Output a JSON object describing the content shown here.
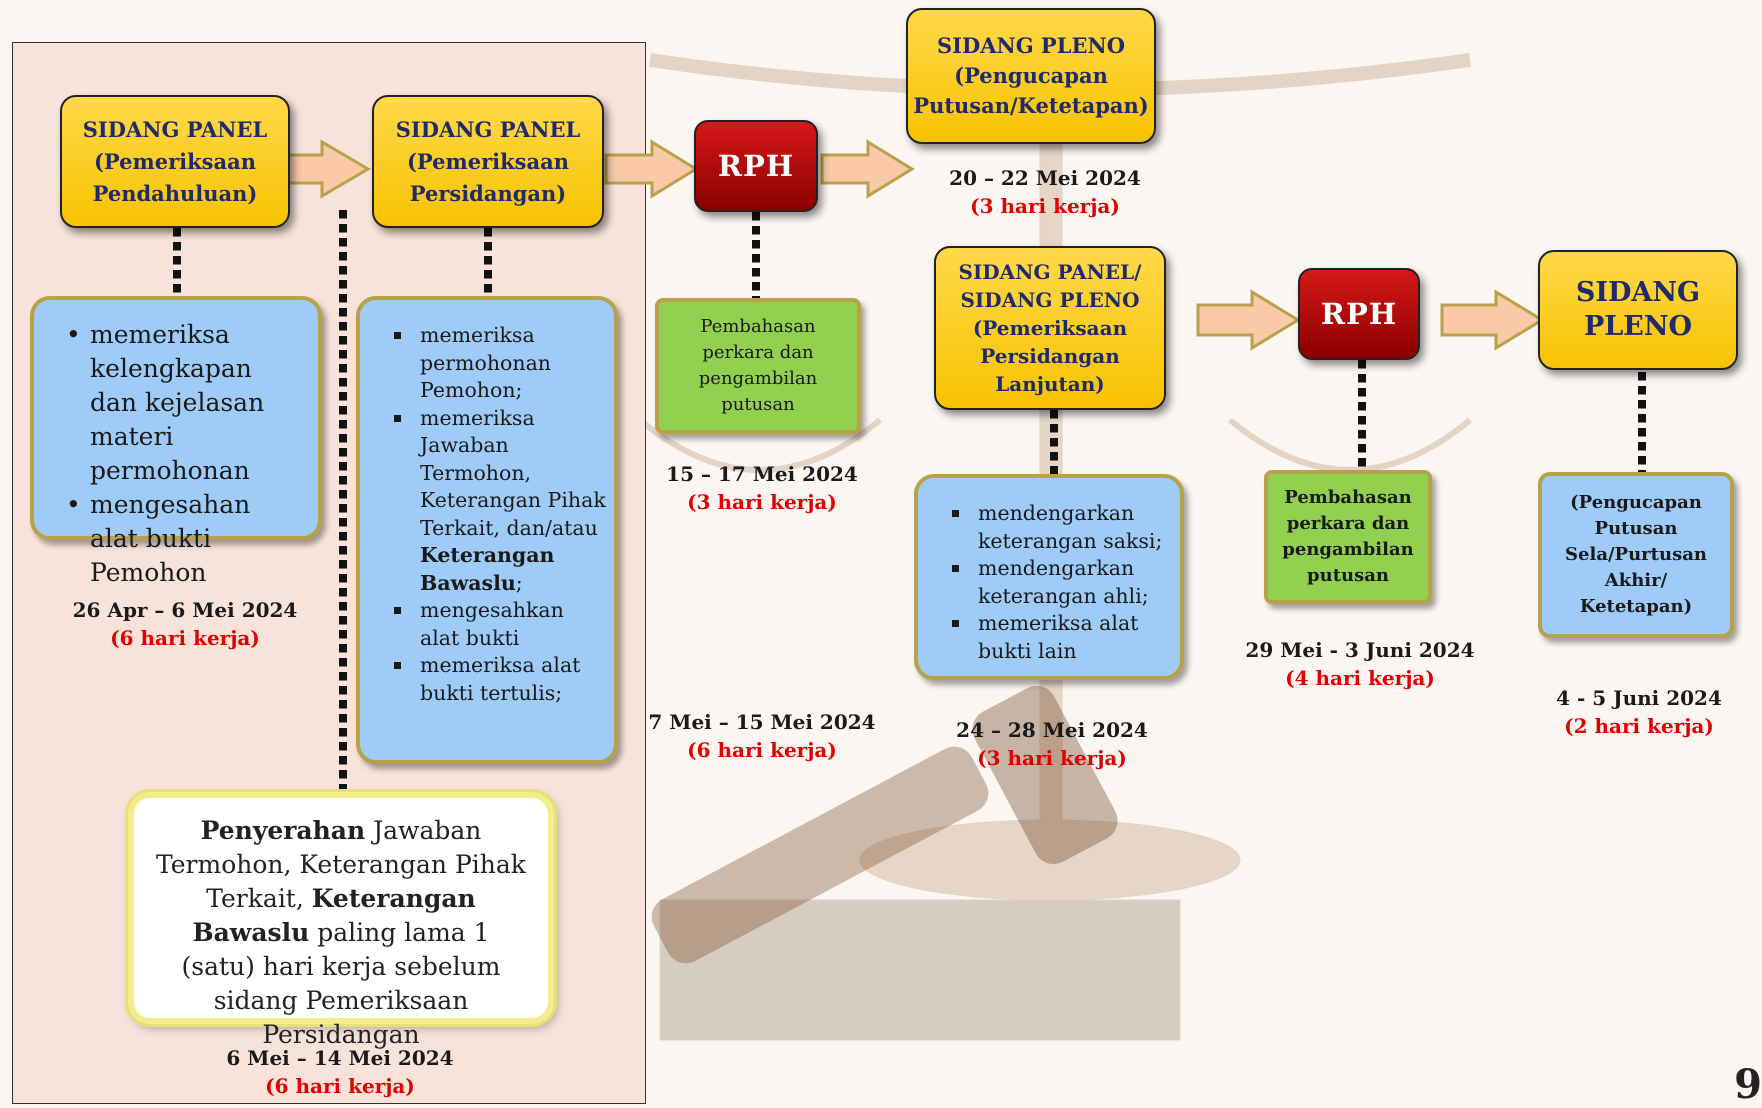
{
  "stages": {
    "panel1": {
      "title": [
        "SIDANG PANEL",
        "(Pemeriksaan",
        "Pendahuluan)"
      ],
      "items": [
        "memeriksa kelengkapan dan kejelasan materi permohonan",
        "mengesahan alat bukti Pemohon"
      ],
      "date": "26 Apr – 6  Mei 2024",
      "duration": "(6 hari kerja)"
    },
    "panel2": {
      "title": [
        "SIDANG PANEL",
        "(Pemeriksaan",
        "Persidangan)"
      ],
      "items": [
        {
          "text": "memeriksa permohonan Pemohon;"
        },
        {
          "pre": "memeriksa Jawaban Termohon, Keterangan Pihak Terkait, dan/atau ",
          "bold": "Keterangan Bawaslu",
          "post": ";"
        },
        {
          "text": "mengesahkan alat bukti"
        },
        {
          "text": "memeriksa alat bukti tertulis;"
        }
      ],
      "date": "7 Mei – 15 Mei 2024",
      "duration": "(6 hari kerja)"
    },
    "submission": {
      "b1": "Penyerahan",
      "t1": " Jawaban Termohon, Keterangan Pihak Terkait, ",
      "b2": "Keterangan Bawaslu",
      "t2": " paling lama 1 (satu) hari kerja sebelum sidang Pemeriksaan Persidangan",
      "date": "6 Mei – 14 Mei 2024",
      "duration": "(6 hari kerja)"
    },
    "rph1": {
      "label": "RPH",
      "desc": "Pembahasan perkara dan pengambilan putusan",
      "date": "15 – 17 Mei 2024",
      "duration": "(3 hari kerja)"
    },
    "pleno1": {
      "title": [
        "SIDANG PLENO",
        "(Pengucapan",
        "Putusan/Ketetapan)"
      ],
      "date": "20 – 22 Mei 2024",
      "duration": "(3 hari kerja)"
    },
    "lanjutan": {
      "title": [
        "SIDANG  PANEL/",
        "SIDANG PLENO",
        "(Pemeriksaan",
        "Persidangan",
        "Lanjutan)"
      ],
      "items": [
        "mendengarkan keterangan saksi;",
        "mendengarkan keterangan ahli;",
        "memeriksa alat bukti lain"
      ],
      "date": "24 – 28 Mei 2024",
      "duration": "(3 hari kerja)"
    },
    "rph2": {
      "label": "RPH",
      "desc": "Pembahasan perkara dan pengambilan putusan",
      "date": "29 Mei - 3 Juni 2024",
      "duration": "(4 hari kerja)"
    },
    "pleno2": {
      "title": [
        "SIDANG",
        "PLENO"
      ],
      "desc": "(Pengucapan Putusan Sela/Purtusan Akhir/ Ketetapan)",
      "date": "4 -  5 Juni 2024",
      "duration": "(2 hari kerja)"
    }
  },
  "page_number": "9",
  "colors": {
    "yellow": "#f7c300",
    "red": "#b00000",
    "blue": "#9ecbf8",
    "green": "#92d050",
    "arrow": "#f9c9a8",
    "duration": "#e00000"
  }
}
